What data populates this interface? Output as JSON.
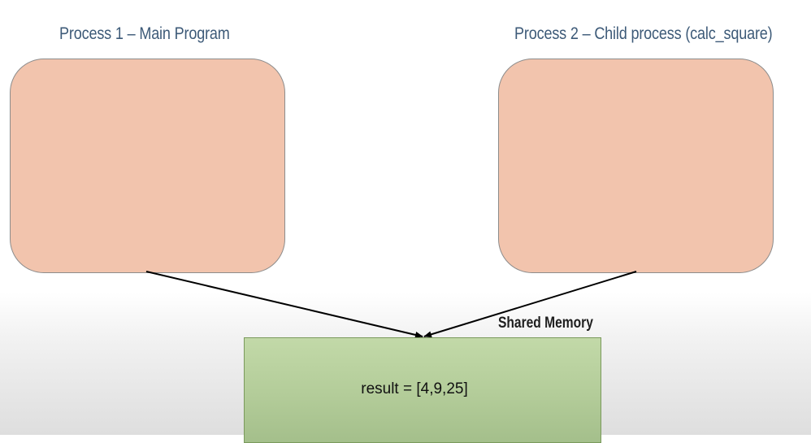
{
  "process1": {
    "title": "Process 1 – Main Program"
  },
  "process2": {
    "title": "Process 2 – Child process (calc_square)"
  },
  "shared_memory": {
    "label": "Shared Memory",
    "content": "result = [4,9,25]"
  },
  "colors": {
    "process_fill": "#f2c4ad",
    "memory_fill": "#b9d2a0",
    "title_text": "#3d5a78"
  }
}
